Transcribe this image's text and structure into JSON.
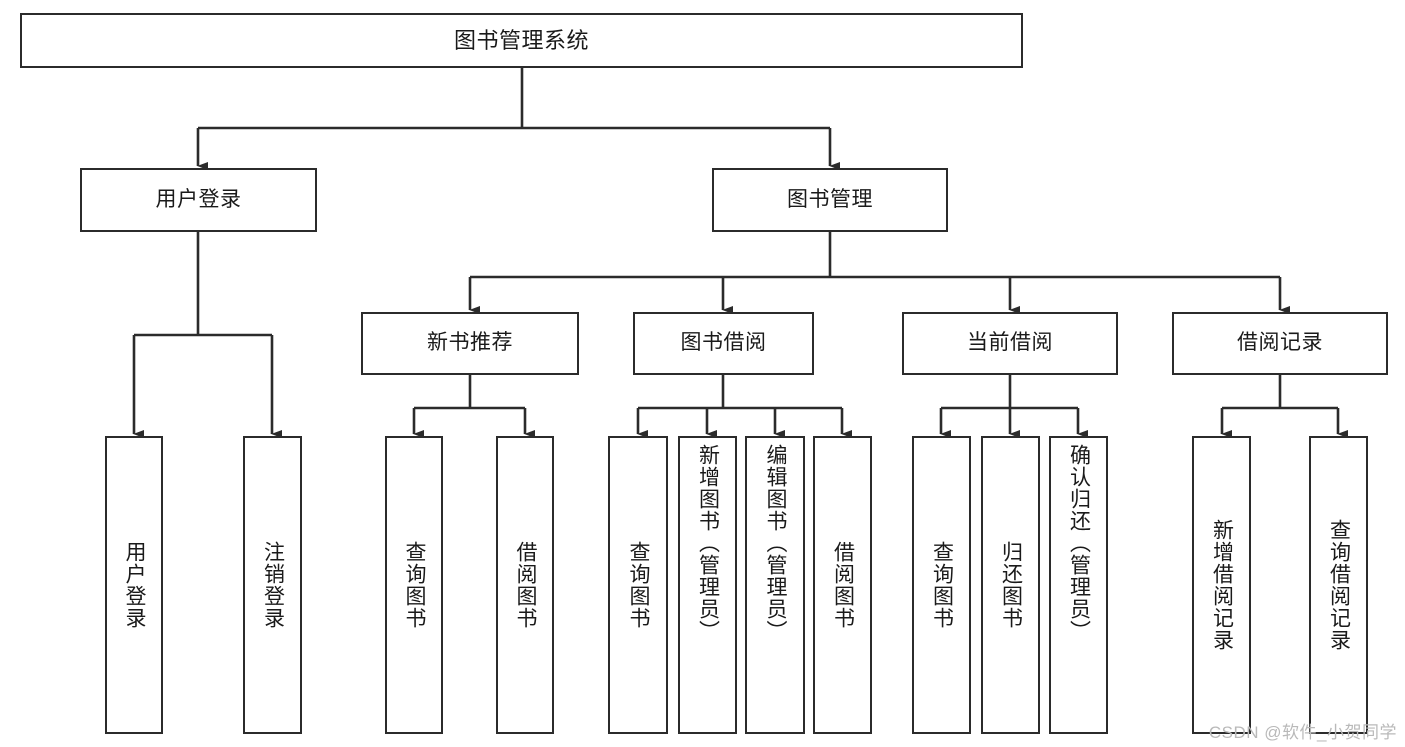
{
  "diagram": {
    "title": "图书管理系统",
    "type": "tree",
    "orientation": "top-down",
    "colors": {
      "box_border": "#2b2b2b",
      "box_fill": "#ffffff",
      "edge": "#2b2b2b",
      "text": "#1a1a1a",
      "watermark": "#b9b9b9",
      "background": "#ffffff"
    },
    "nodes": {
      "root": {
        "id": "root",
        "label": "图书管理系统",
        "level": 0
      },
      "l1": [
        {
          "id": "user-login",
          "label": "用户登录",
          "level": 1
        },
        {
          "id": "book-manage",
          "label": "图书管理",
          "level": 1
        }
      ],
      "l2": [
        {
          "id": "new-book-recommend",
          "label": "新书推荐",
          "level": 2,
          "parent": "book-manage"
        },
        {
          "id": "book-borrow",
          "label": "图书借阅",
          "level": 2,
          "parent": "book-manage"
        },
        {
          "id": "current-borrow",
          "label": "当前借阅",
          "level": 2,
          "parent": "book-manage"
        },
        {
          "id": "borrow-record",
          "label": "借阅记录",
          "level": 2,
          "parent": "book-manage"
        }
      ],
      "leaves": [
        {
          "id": "leaf-user-login",
          "label": "用户登录",
          "parent": "user-login"
        },
        {
          "id": "leaf-logout",
          "label": "注销登录",
          "parent": "user-login"
        },
        {
          "id": "leaf-query-book-1",
          "label": "查询图书",
          "parent": "new-book-recommend"
        },
        {
          "id": "leaf-borrow-book-1",
          "label": "借阅图书",
          "parent": "new-book-recommend"
        },
        {
          "id": "leaf-query-book-2",
          "label": "查询图书",
          "parent": "book-borrow"
        },
        {
          "id": "leaf-add-book",
          "label": "新增图书（管理员）",
          "parent": "book-borrow"
        },
        {
          "id": "leaf-edit-book",
          "label": "编辑图书（管理员）",
          "parent": "book-borrow"
        },
        {
          "id": "leaf-borrow-book-2",
          "label": "借阅图书",
          "parent": "book-borrow"
        },
        {
          "id": "leaf-query-book-3",
          "label": "查询图书",
          "parent": "current-borrow"
        },
        {
          "id": "leaf-return-book",
          "label": "归还图书",
          "parent": "current-borrow"
        },
        {
          "id": "leaf-confirm-return",
          "label": "确认归还（管理员）",
          "parent": "current-borrow"
        },
        {
          "id": "leaf-add-record",
          "label": "新增借阅记录",
          "parent": "borrow-record"
        },
        {
          "id": "leaf-query-record",
          "label": "查询借阅记录",
          "parent": "borrow-record"
        }
      ]
    }
  },
  "watermark": {
    "text": "CSDN @软件_小贺同学"
  }
}
